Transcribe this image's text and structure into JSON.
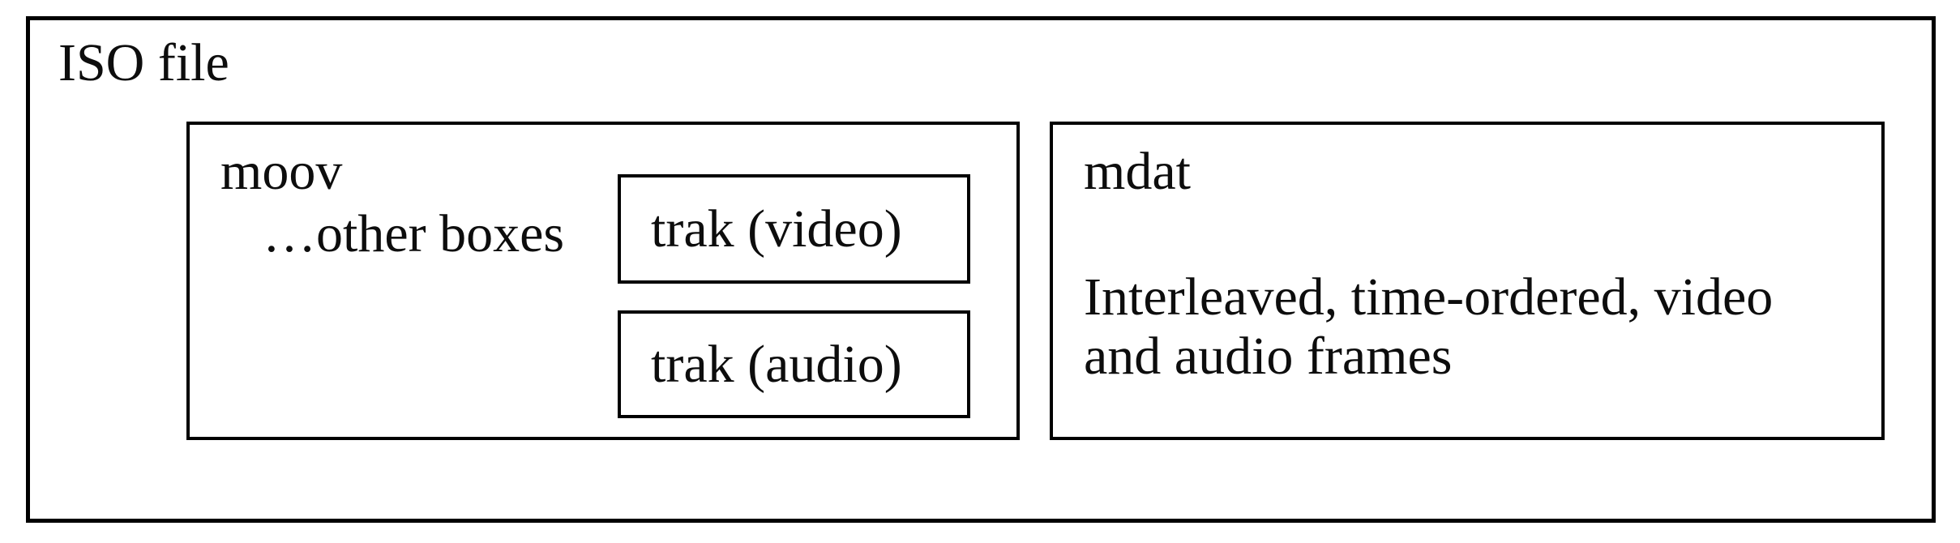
{
  "diagram": {
    "iso_label": "ISO file",
    "moov": {
      "label": "moov",
      "other_boxes_label": "…other boxes",
      "trak_video_label": "trak (video)",
      "trak_audio_label": "trak (audio)"
    },
    "mdat": {
      "label": "mdat",
      "description_lines": [
        "Interleaved, time-ordered, video",
        "and audio frames"
      ]
    }
  },
  "colors": {
    "background": "#ffffff",
    "border": "#000000",
    "text": "#0d0d0d"
  }
}
